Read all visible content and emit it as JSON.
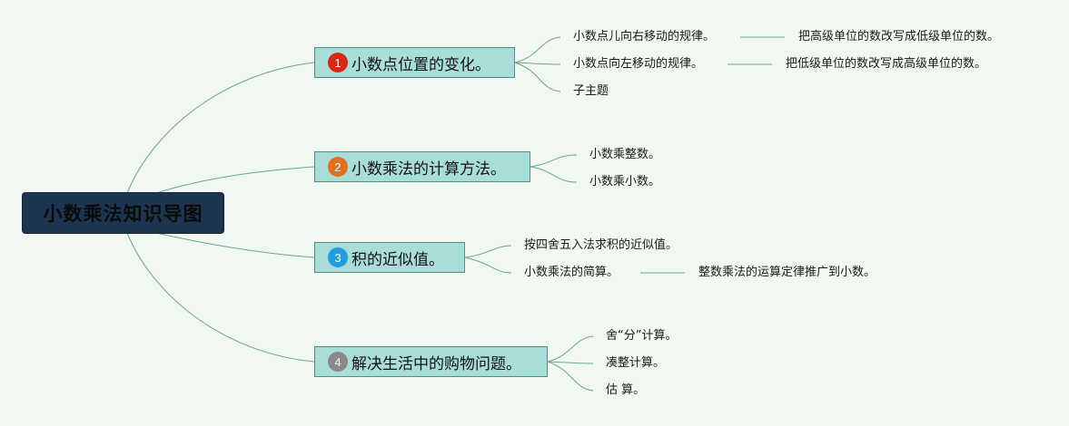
{
  "root": {
    "title": "小数乘法知识导图"
  },
  "branches": [
    {
      "number": "1",
      "label": "小数点位置的变化。",
      "badge_color": "#d42a14",
      "children": [
        {
          "label": "小数点儿向右移动的规律。",
          "detail": "把高级单位的数改写成低级单位的数。"
        },
        {
          "label": "小数点向左移动的规律。",
          "detail": "把低级单位的数改写成高级单位的数。"
        },
        {
          "label": "子主题"
        }
      ]
    },
    {
      "number": "2",
      "label": "小数乘法的计算方法。",
      "badge_color": "#e0701c",
      "children": [
        {
          "label": "小数乘整数。"
        },
        {
          "label": "小数乘小数。"
        }
      ]
    },
    {
      "number": "3",
      "label": "积的近似值。",
      "badge_color": "#1e9ee0",
      "children": [
        {
          "label": "按四舍五入法求积的近似值。"
        },
        {
          "label": "小数乘法的简算。",
          "detail": "整数乘法的运算定律推广到小数。"
        }
      ]
    },
    {
      "number": "4",
      "label": "解决生活中的购物问题。",
      "badge_color": "#8a8a8a",
      "children": [
        {
          "label": "舍“分”计算。"
        },
        {
          "label": "凑整计算。"
        },
        {
          "label": "估 算。"
        }
      ]
    }
  ],
  "colors": {
    "background": "#f0f8f1",
    "root_fill": "#1e3552",
    "branch_fill": "#a9ddd9",
    "branch_border": "#4f8f80",
    "connector": "#6fa391"
  }
}
